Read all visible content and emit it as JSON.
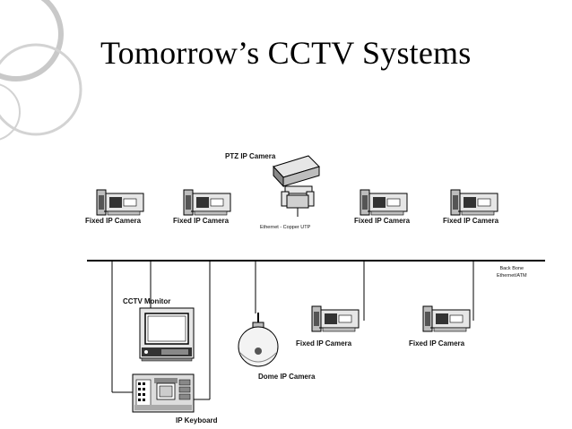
{
  "title": "Tomorrow’s CCTV Systems",
  "labels": {
    "ptz": "PTZ IP Camera",
    "fixed1": "Fixed IP Camera",
    "fixed2": "Fixed IP Camera",
    "ethernet": "Ethernet - Copper UTP",
    "fixed3": "Fixed IP Camera",
    "fixed4": "Fixed IP Camera",
    "backbone_line1": "Back Bone",
    "backbone_line2": "Ethernet/ATM",
    "cctv_monitor": "CCTV Monitor",
    "fixed5": "Fixed IP Camera",
    "fixed6": "Fixed IP Camera",
    "dome": "Dome IP Camera",
    "keyboard": "IP Keyboard"
  },
  "colors": {
    "line": "#000000",
    "decor": "#c9c9c9",
    "camera_body": "#e6e6e6"
  }
}
